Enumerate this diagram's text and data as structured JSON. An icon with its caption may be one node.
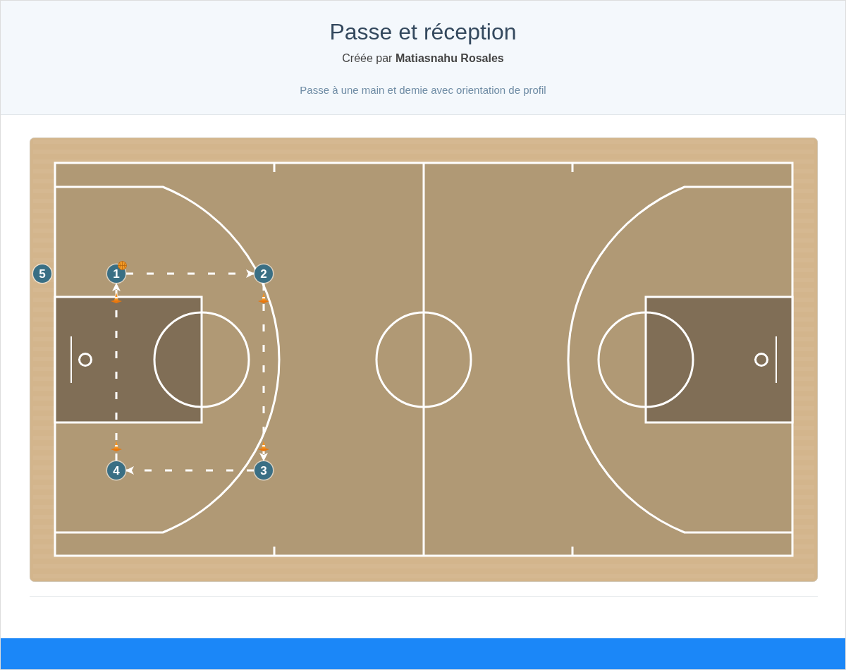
{
  "diagram": {
    "title": "Passe et réception",
    "nodes": [
      {
        "text": [
          "1"
        ]
      },
      {
        "text": [
          "2"
        ]
      },
      {
        "text": [
          "3"
        ]
      },
      {
        "text": [
          "4"
        ]
      },
      {
        "text": [
          "5"
        ]
      }
    ],
    "edges": [
      {
        "from": 0,
        "to": 1,
        "arrow": "to",
        "style": "dashed"
      },
      {
        "from": 1,
        "to": 2,
        "arrow": "to",
        "style": "dashed"
      },
      {
        "from": 2,
        "to": 3,
        "arrow": "to",
        "style": "dashed"
      },
      {
        "from": 3,
        "to": 0,
        "arrow": "to",
        "style": "dashed"
      }
    ],
    "labels": [
      "Créée par **Matiasnahu Rosales**",
      "Passe à une main et demie avec orientation de profil"
    ]
  }
}
